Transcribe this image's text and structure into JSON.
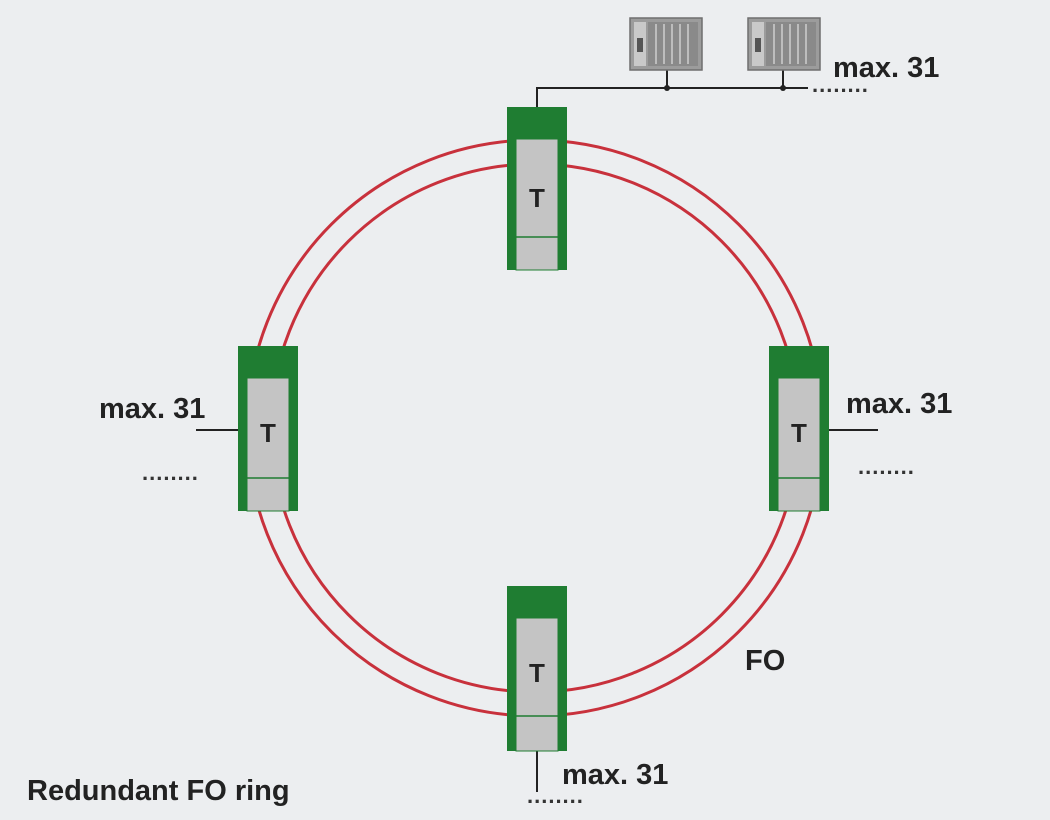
{
  "caption": "Redundant FO ring",
  "medium_label": "FO",
  "coupler_letter": "T",
  "segment_limit": "max. 31",
  "continuation": "........",
  "colors": {
    "background": "#eceef0",
    "ring": "#c8313c",
    "coupler_green": "#1f7d32",
    "coupler_body": "#c4c4c4",
    "bus_line": "#222222"
  },
  "nodes": [
    {
      "id": "top",
      "letter": "T",
      "limit": "max. 31",
      "continuation": "........"
    },
    {
      "id": "left",
      "letter": "T",
      "limit": "max. 31",
      "continuation": "........"
    },
    {
      "id": "right",
      "letter": "T",
      "limit": "max. 31",
      "continuation": "........"
    },
    {
      "id": "bottom",
      "letter": "T",
      "limit": "max. 31",
      "continuation": "........"
    }
  ],
  "field_devices": [
    "plc-device-icon",
    "plc-device-icon"
  ]
}
